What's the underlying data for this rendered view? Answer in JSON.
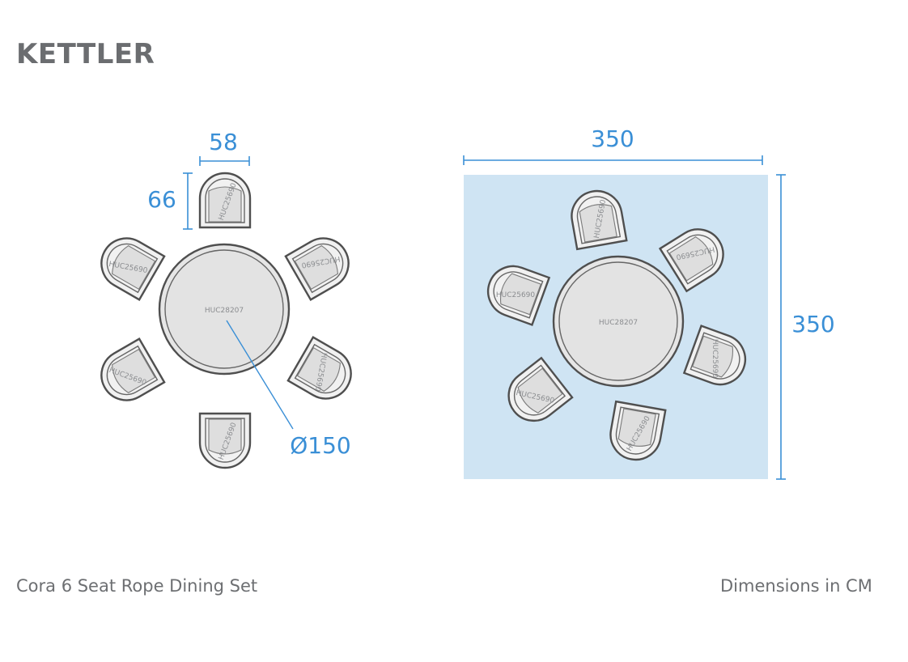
{
  "brand": {
    "logo_text": "KETTLER"
  },
  "colors": {
    "accent": "#3a8fd6",
    "area_fill": "#cfe4f3",
    "outline": "#555555",
    "fill": "#e3e3e3"
  },
  "left_plan": {
    "chair_width_label": "58",
    "chair_depth_label": "66",
    "table_diameter_label": "Ø150",
    "table_code": "HUC28207",
    "chair_code": "HUC25690"
  },
  "right_plan": {
    "area_width_label": "350",
    "area_depth_label": "350",
    "table_code": "HUC28207",
    "chair_code": "HUC25690"
  },
  "footer": {
    "product_name": "Cora 6 Seat Rope Dining Set",
    "units_note": "Dimensions in CM"
  }
}
